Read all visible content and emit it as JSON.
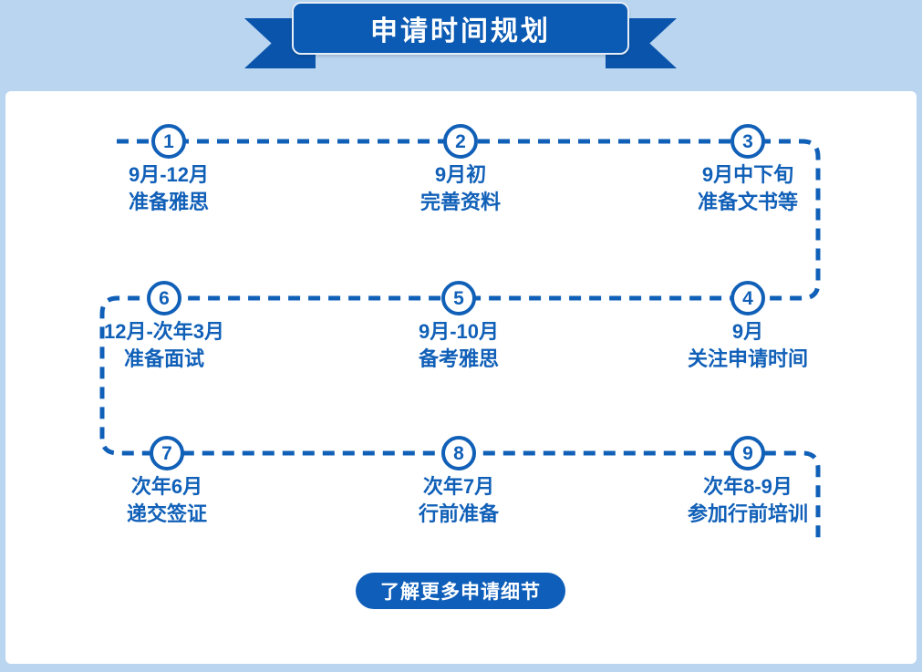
{
  "banner": {
    "title": "申请时间规划"
  },
  "steps": [
    {
      "number": "1",
      "date": "9月-12月",
      "task": "准备雅思"
    },
    {
      "number": "2",
      "date": "9月初",
      "task": "完善资料"
    },
    {
      "number": "3",
      "date": "9月中下旬",
      "task": "准备文书等"
    },
    {
      "number": "4",
      "date": "9月",
      "task": "关注申请时间"
    },
    {
      "number": "5",
      "date": "9月-10月",
      "task": "备考雅思"
    },
    {
      "number": "6",
      "date": "12月-次年3月",
      "task": "准备面试"
    },
    {
      "number": "7",
      "date": "次年6月",
      "task": "递交签证"
    },
    {
      "number": "8",
      "date": "次年7月",
      "task": "行前准备"
    },
    {
      "number": "9",
      "date": "次年8-9月",
      "task": "参加行前培训"
    }
  ],
  "button": {
    "label": "了解更多申请细节"
  },
  "colors": {
    "background": "#b9d5f0",
    "banner_blue": "#0b5ab3",
    "accent_blue": "#1160b8",
    "button_blue": "#0e5eba",
    "card_white": "#ffffff"
  }
}
